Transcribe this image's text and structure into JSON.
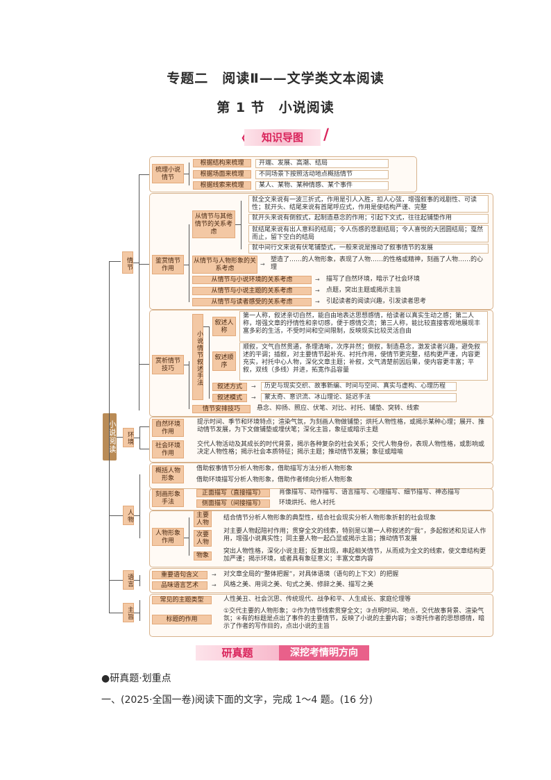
{
  "header": {
    "title": "专题二　阅读Ⅱ——文学类文本阅读",
    "subtitle": "第 1 节　小说阅读"
  },
  "banner1": {
    "label": "知识导图"
  },
  "map": {
    "root": "小说阅读",
    "qingjie": {
      "label": "情节",
      "shuli": {
        "label": "梳理小说情节",
        "items": [
          {
            "k": "根据结构来梳理",
            "v": "开端、发展、高潮、结局"
          },
          {
            "k": "根据场面来梳理",
            "v": "不同场景下按照活动地点概括情节"
          },
          {
            "k": "根据线索来梳理",
            "v": "某人、某物、某种情感、某个事件"
          }
        ]
      },
      "jianshang": {
        "label": "鉴赏情节作用",
        "sub1": {
          "label": "从情节与其他情节的关系考虑",
          "items": [
            "就全文来说有一波三折式，作用是引人入胜，扣人心弦，增强叙事的戏剧性、可读性；就开头、结尾来说有首尾呼应式，作用是使结构严谨、完整",
            "就开头来说有倒叙式，起制造悬念的作用；引起下文式，往往起铺垫作用",
            "就结尾来说有出人意料的结局；令人伤感的悲剧结局；令人喜悦的大团圆结局；戛然而止，留下空白的结局",
            "就中间行文来说有伏笔铺垫式，一般来说是推动了叙事情节的发展"
          ]
        },
        "sub2": {
          "label": "从情节与人物形象的关系考虑",
          "v": "塑造了……的人物形象，表现了人物……的性格或精神，刻画了人物……的心理"
        },
        "rows": [
          {
            "k": "从情节与小说环境的关系考虑",
            "v": "描写了自然环境，暗示了社会环境"
          },
          {
            "k": "从情节与小说主题的关系考虑",
            "v": "点题，突出主题或揭示主旨"
          },
          {
            "k": "从情节与读者感受的关系考虑",
            "v": "引起读者的阅读兴趣，引发读者思考"
          }
        ]
      },
      "jiqiao": {
        "label": "赏析情节技巧",
        "xushu": {
          "label": "小说情节叙述手法",
          "renchen": {
            "k": "叙述人称",
            "v": "第一人称，叙述亲切自然，能自由地表达思想感情，给读者以真实生动之感；第二人称，增强文章的抒情性和亲切感，便于感情交流；第三人称，能比较直接客观地展现丰富多彩的生活，不受时间和空间限制，反映现实比较灵活自由"
          },
          "shunxu": {
            "k": "叙述顺序",
            "v": "顺叙，文气自然贯通，条理清晰，次序井然；倒叙，制造悬念，激发读者兴趣，避免叙述的平调；插叙，对主要情节起补充、衬托作用，使情节更完整，结构更严谨，内容更充实，衬托中心人物，深化文章主题；补叙，文气清楚前因后果，使内容更丰富；平叙，双线（多线）并进，拓宽作品容量"
          },
          "fangshi": {
            "k": "叙述方式",
            "v": "历史与现实交织、故事新编、时间与空间、真实与虚构、心理历程"
          },
          "moshi": {
            "k": "叙述模式",
            "v": "蒙太奇、意识流、冰山理论、延迟手法"
          }
        },
        "anpai": {
          "k": "情节安排技巧",
          "v": "悬念、抑扬、照应、伏笔、对比、衬托、铺垫、突转、线索"
        }
      }
    },
    "huanjing": {
      "label": "环境",
      "items": [
        {
          "k": "自然环境作用",
          "v": "提示时间、季节和环境特点；渲染气氛，为刻画人物做铺垫；烘托人物性格，或揭示某种心理；展开、推动情节发展，为下文做铺垫或埋伏笔；深化主旨，象征或暗示主题"
        },
        {
          "k": "社会环境作用",
          "v": "交代人物活动及其成长的时代背景，揭示各种复杂的社会关系；交代人物身份，表现人物性格，或影响或决定人物性格；揭示社会本质特征；揭示主题；推动情节发展；象征或暗喻"
        }
      ]
    },
    "renwu": {
      "label": "人物",
      "gaikuo": {
        "label": "概括人物形象",
        "items": [
          "借助叙事情节分析人物形象，借助描写方法分析人物形象",
          "借助环境描写分析人物形象，借助作者倾向分析人物形象"
        ]
      },
      "kehua": {
        "label": "刻画形象手法",
        "items": [
          {
            "k": "正面描写（直接描写）",
            "v": "肖像描写、动作描写、语言描写、心理描写、细节描写、神态描写"
          },
          {
            "k": "侧面描写（间接描写）",
            "v": "环境烘托、他人衬托"
          }
        ]
      },
      "zuoyong": {
        "label": "人物形象作用",
        "items": [
          {
            "k": "主要人物",
            "v": "结合情节分析人物形象的典型性，结合社会现实分析人物形象折射的社会现象"
          },
          {
            "k": "次要人物",
            "v": "对主要人物起陪衬作用；贯穿全文的线索，特别是以第一人称叙述的“我”，多起叙述和见证人作用，增强小说真实性；同主要人物一起凸显或揭示主旨；推动情节发展"
          },
          {
            "k": "物象",
            "v": "突出人物性格，深化小说主题；反复出现，串起相关情节，从而成为全文的线索，使文章结构更加严谨；揭示环境，或者具有象征意义；丰富文章内容"
          }
        ]
      }
    },
    "yuyan": {
      "label": "语言",
      "items": [
        {
          "k": "重要语句含义",
          "v": "对文章全局的“整体把握”，对具体语境（语句的上下文）的把握"
        },
        {
          "k": "品味语言艺术",
          "v": "风格之美、用词之美、句式之美、修辞之美、描写之美"
        }
      ]
    },
    "zhuzhi": {
      "label": "主旨",
      "items": [
        {
          "k": "常见的主题类型",
          "v": "人性美丑、社会沉思、传统现代、战争和平、人生成长、家庭伦理等"
        },
        {
          "k": "标题的作用",
          "v": "①交代主要的人物形象；②作为情节线索贯穿全文；③点明时间、地点，交代故事背景、渲染气氛；④有的标题是点出了事件的主要情节，反映了小说的主要内容；⑤寄托作者的思想感情，暗示了作者的写作目的，点出小说的主旨"
        }
      ]
    }
  },
  "banner2": {
    "left": "研真题",
    "right": "深挖考情明方向"
  },
  "footer": {
    "bullet": "●研真题·划重点",
    "question": "一、(2025·全国一卷)阅读下面的文字，完成 1～4 题。(16 分)"
  }
}
